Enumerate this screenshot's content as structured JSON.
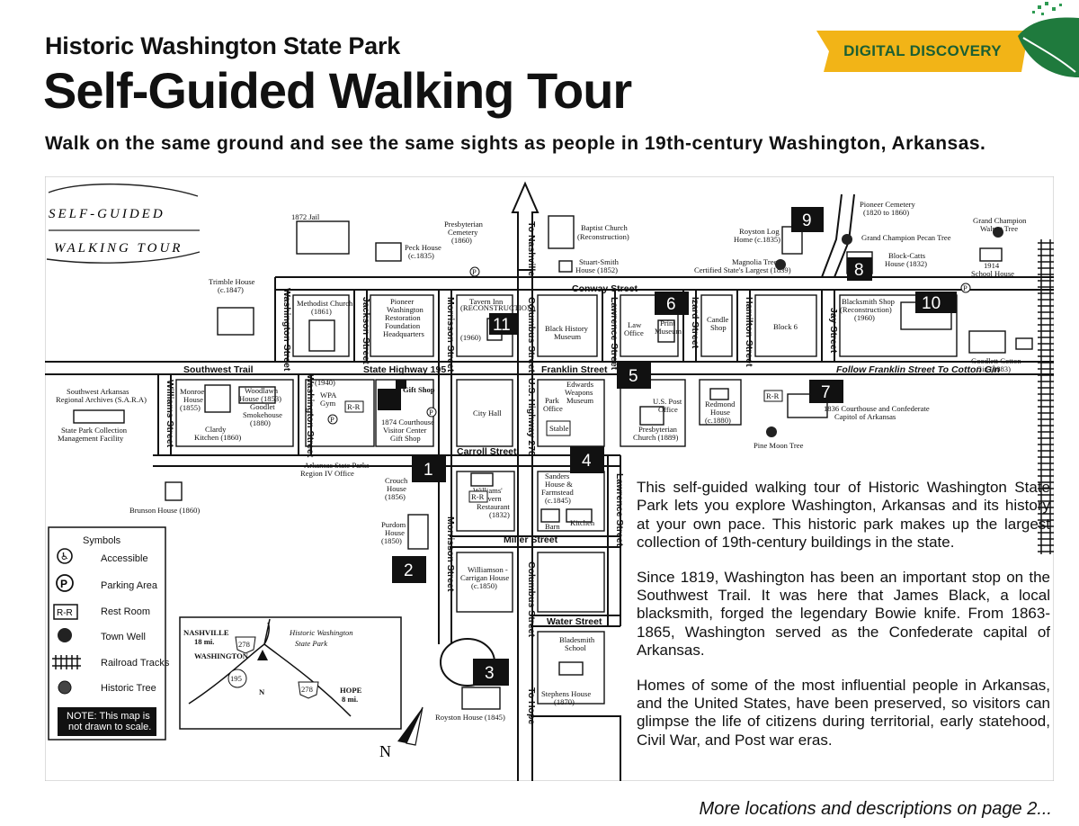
{
  "header": {
    "subtitle": "Historic Washington State Park",
    "title": "Self-Guided Walking Tour",
    "tagline": "Walk on the same ground and see the same sights as people in 19th-century Washington, Arkansas."
  },
  "banner": {
    "label": "DIGITAL DISCOVERY",
    "color": "#f2b417",
    "text_color": "#1a5f33"
  },
  "brand_icon": "leaf-logo-icon",
  "map": {
    "logo": {
      "line1": "SELF-GUIDED",
      "line2": "WALKING TOUR"
    },
    "streets": {
      "conway": "Conway Street",
      "franklin": "Franklin Street",
      "southwest_trail": "Southwest Trail",
      "highway195": "State Highway 195",
      "carroll": "Carroll Street",
      "miller": "Miller Street",
      "water": "Water Street",
      "washington": "Washington Street",
      "washington2": "Washington Street",
      "jackson": "Jackson Street",
      "morrisson": "Morrisson Street",
      "morrisson2": "Morrisson Street",
      "columbus": "Columbus Street",
      "columbus2": "Columbus Street",
      "lawrence": "Lawrence Street",
      "lawrence2": "Lawrence Street",
      "izard": "Izard Street",
      "hamilton": "Hamilton Street",
      "jay": "Jay Street",
      "williams": "Williams Street",
      "us278": "U.S. Highway 278",
      "to_nashville": "To Nashville",
      "to_hope": "To Hope",
      "follow_franklin": "Follow Franklin Street To Cotton Gin"
    },
    "places": {
      "jail": "1872 Jail",
      "presbyterian_cemetery": [
        "Presbyterian",
        "Cemetery",
        "(1860)"
      ],
      "baptist_church": [
        "Baptist Church",
        "(Reconstruction)"
      ],
      "peck_house": [
        "Peck House",
        "(c.1835)"
      ],
      "stuart_smith": [
        "Stuart-Smith",
        "House (1852)"
      ],
      "trimble_house": [
        "Trimble House",
        "(c.1847)"
      ],
      "methodist_church": [
        "Methodist Church",
        "(1861)"
      ],
      "pioneer_foundation": [
        "Pioneer",
        "Washington",
        "Restoration",
        "Foundation",
        "Headquarters"
      ],
      "tavern_inn": [
        "Tavern Inn",
        "(RECONSTRUCTION)",
        "(1960)"
      ],
      "black_history": [
        "Black History",
        "Museum"
      ],
      "law_office": [
        "Law",
        "Office"
      ],
      "print_museum": [
        "Print",
        "Museum"
      ],
      "candle_shop": [
        "Candle",
        "Shop"
      ],
      "block6": "Block 6",
      "royston_log": [
        "Royston Log",
        "Home (c.1835)"
      ],
      "magnolia": [
        "Magnolia Tree,",
        "Certified State's Largest (1839)"
      ],
      "pioneer_cemetery": [
        "Pioneer Cemetery",
        "(1820 to 1860)"
      ],
      "pecan_tree": "Grand Champion Pecan Tree",
      "block_catts": [
        "Block-Catts",
        "House (1832)"
      ],
      "walnut_tree": [
        "Grand Champion",
        "Walnut Tree"
      ],
      "school_1914": [
        "1914",
        "School House"
      ],
      "blacksmith_shop": [
        "Blacksmith Shop",
        "(Reconstruction)",
        "(1960)"
      ],
      "cotton_gin": [
        "Goodlett Cotton",
        "Gin (1883)"
      ],
      "sara": [
        "Southwest Arkansas",
        "Regional Archives (S.A.R.A)",
        "State Park Collection",
        "Management Facility"
      ],
      "monroe": [
        "Monroe",
        "House",
        "(1855)"
      ],
      "woodlawn": [
        "Woodlawn",
        "House (1853)"
      ],
      "goodlet_smokehouse": [
        "Goodlet",
        "Smokehouse",
        "(1880)"
      ],
      "clardy": [
        "Clardy",
        "Kitchen (1860)"
      ],
      "wpa_gym": [
        "(1940)",
        "WPA",
        "Gym"
      ],
      "gift_shop": "Gift Shop",
      "courthouse1874": [
        "1874 Courthouse",
        "Visitor Center",
        "Gift Shop"
      ],
      "city_hall": "City Hall",
      "edwards": [
        "Edwards",
        "Weapons",
        "Museum"
      ],
      "park_office": [
        "Park",
        "Office"
      ],
      "stable": "Stable",
      "post_office": [
        "U.S. Post",
        "Office"
      ],
      "presbyterian_church": [
        "Presbyterian",
        "Church (1889)"
      ],
      "redmond": [
        "Redmond",
        "House",
        "(c.1880)"
      ],
      "courthouse1836": [
        "1836 Courthouse and Confederate",
        "Capitol of Arkansas"
      ],
      "pine_moon": "Pine Moon Tree",
      "regional_office": [
        "Arkansas State Parks",
        "Region IV Office"
      ],
      "crouch": [
        "Crouch",
        "House",
        "(1856)"
      ],
      "williams_tavern": [
        "Williams'",
        "Tavern",
        "Restaurant",
        "(1832)"
      ],
      "sanders": [
        "Sanders",
        "House &",
        "Farmstead",
        "(c.1845)"
      ],
      "barn": "Barn",
      "kitchen": "Kitchen",
      "brunson": "Brunson House (1860)",
      "purdom": [
        "Purdom",
        "House",
        "(1850)"
      ],
      "williamson": [
        "Williamson -",
        "Carrigan House",
        "(c.1850)"
      ],
      "royston_house": "Royston House (1845)",
      "bladesmith": [
        "Bladesmith",
        "School"
      ],
      "stephens": [
        "Stephens House",
        "(1870)"
      ]
    },
    "rr_label": "R-R",
    "parking_letter": "P",
    "markers": [
      "1",
      "2",
      "3",
      "4",
      "5",
      "6",
      "7",
      "8",
      "9",
      "10",
      "11"
    ],
    "compass": "N"
  },
  "legend": {
    "title": "Symbols",
    "items": [
      {
        "label": "Accessible",
        "icon": "accessible-icon"
      },
      {
        "label": "Parking Area",
        "icon": "parking-icon"
      },
      {
        "label": "Rest Room",
        "icon": "restroom-icon"
      },
      {
        "label": "Town Well",
        "icon": "town-well-icon"
      },
      {
        "label": "Railroad Tracks",
        "icon": "railroad-icon"
      },
      {
        "label": "Historic Tree",
        "icon": "tree-icon"
      }
    ],
    "note": [
      "NOTE: This map is",
      "not drawn to scale."
    ]
  },
  "inset": {
    "nashville": "NASHVILLE",
    "nashville_distance": "18 mi.",
    "washington": "WASHINGTON",
    "park": [
      "Historic Washington",
      "State Park"
    ],
    "hope": "HOPE",
    "hope_distance": "8 mi.",
    "routes": [
      "278",
      "195",
      "278"
    ],
    "north": "N"
  },
  "description": [
    "This self-guided walking tour of Historic Washington State Park lets you explore Washington, Arkansas and its history at your own pace. This historic park makes up the largest collection of 19th-century buildings in the state.",
    "Since 1819, Washington has been an important stop on the Southwest Trail. It was here that James Black, a local blacksmith, forged the legendary Bowie knife. From 1863-1865, Washington served as the Confederate capital of Arkansas.",
    "Homes of some of the most influential people in Arkansas, and the United States, have been preserved, so visitors can glimpse the life of citizens during territorial, early statehood, Civil War, and Post war eras."
  ],
  "footer": "More locations and descriptions on page 2..."
}
